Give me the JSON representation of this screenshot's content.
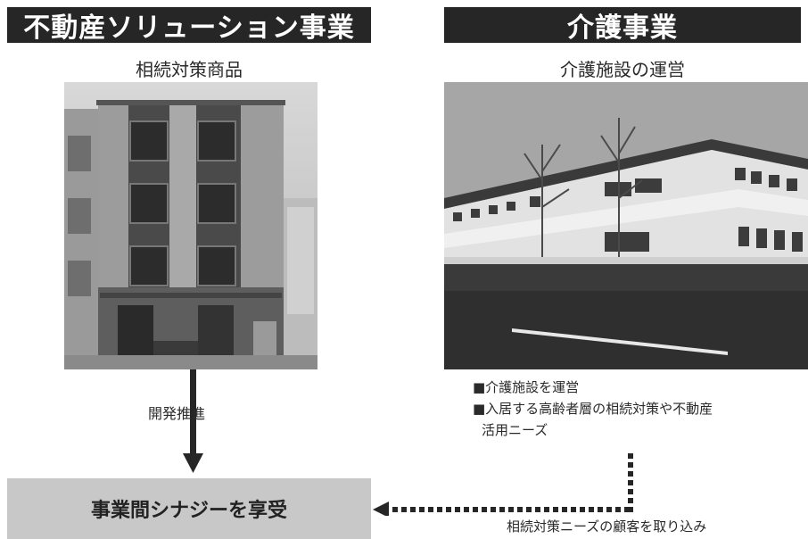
{
  "left": {
    "header": "不動産ソリューション事業",
    "subtitle": "相続対策商品",
    "photo_icon": "apartment-building-photo",
    "arrow_label": "開発推進"
  },
  "right": {
    "header": "介護事業",
    "subtitle": "介護施設の運営",
    "photo_icon": "care-facility-photo",
    "bullets": [
      "■介護施設を運営",
      "■入居する高齢者層の相続対策や不動産",
      "活用ニーズ"
    ]
  },
  "bottom": {
    "synergy": "事業間シナジーを享受",
    "dotted_arrow_label": "相続対策ニーズの顧客を取り込み"
  },
  "colors": {
    "header_bg": "#262626",
    "synergy_bg": "#c8c8c8",
    "arrow": "#262626"
  }
}
